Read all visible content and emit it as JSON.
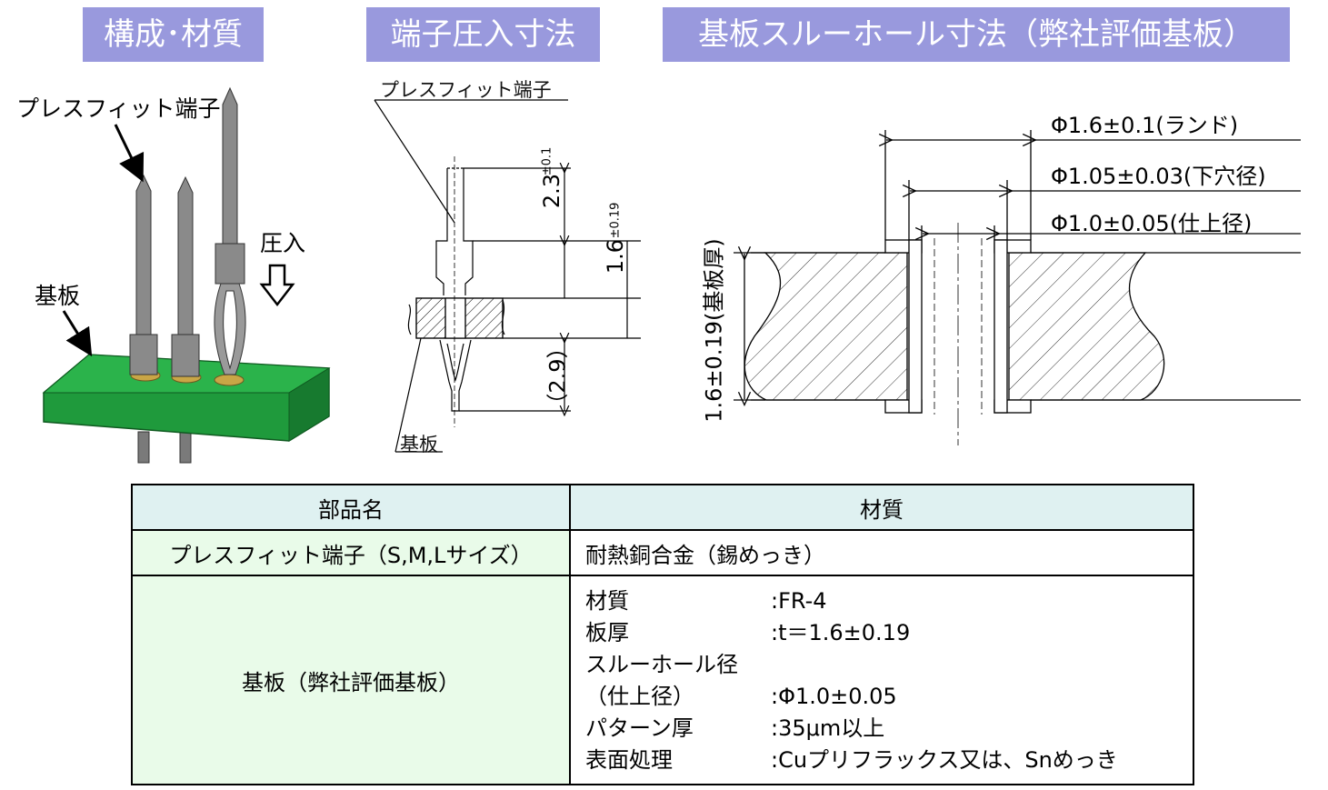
{
  "headers": {
    "structure": "構成･材質",
    "press_dims": "端子圧入寸法",
    "hole_dims": "基板スルーホール寸法（弊社評価基板）"
  },
  "fig1": {
    "pin_label": "プレスフィット端子",
    "press_label": "圧入",
    "board_label": "基板",
    "board_color": "#1f9a3c"
  },
  "fig2": {
    "pin_label": "プレスフィット端子",
    "board_label": "基板",
    "dim_top": "2.3",
    "dim_top_tol": "±0.1",
    "dim_thick": "1.6",
    "dim_thick_tol": "±0.19",
    "dim_bottom": "（2.9）"
  },
  "fig3": {
    "land": "Φ1.6±0.1(ランド)",
    "drill": "Φ1.05±0.03(下穴径)",
    "finish": "Φ1.0±0.05(仕上径)",
    "thickness": "1.6±0.19(基板厚)"
  },
  "table": {
    "col_part": "部品名",
    "col_material": "材質",
    "row1_part": "プレスフィット端子（S,M,Lサイズ）",
    "row1_material": "耐熱銅合金（錫めっき）",
    "row2_part": "基板（弊社評価基板）",
    "props": [
      {
        "key": "材質",
        "value": ":FR-4"
      },
      {
        "key": "板厚",
        "value": ":t＝1.6±0.19"
      },
      {
        "key": "スルーホール径",
        "value": ""
      },
      {
        "key": "（仕上径）",
        "value": ":Φ1.0±0.05"
      },
      {
        "key": "パターン厚",
        "value": ":35μm以上"
      },
      {
        "key": "表面処理",
        "value": ":Cuプリフラックス又は、Snめっき"
      }
    ]
  }
}
